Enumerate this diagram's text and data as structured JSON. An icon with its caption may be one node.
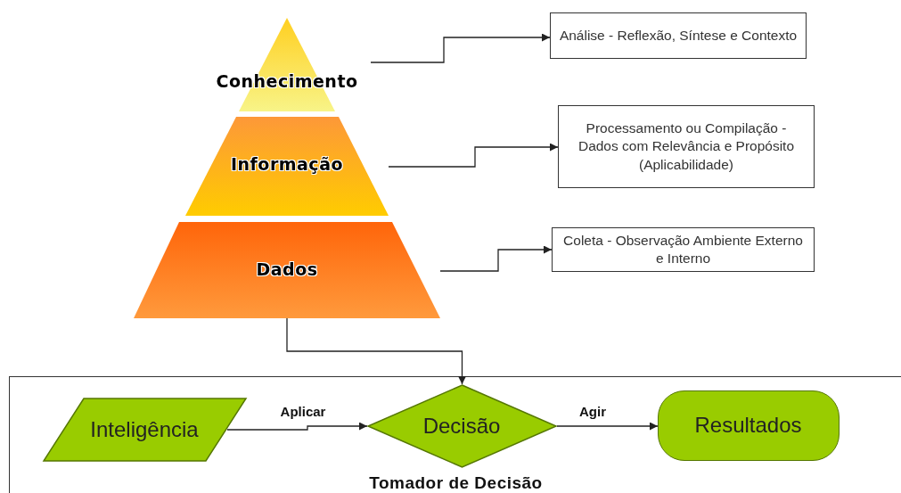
{
  "diagram": {
    "nodes": [
      {
        "text": [
          "Conhecimento"
        ]
      },
      {
        "text": [
          "Informação"
        ]
      },
      {
        "text": [
          "Dados"
        ]
      },
      {
        "text": [
          "Análise - Reflexão, Síntese e Contexto"
        ]
      },
      {
        "text": [
          "Processamento ou Compilação - Dados com Relevância e Propósito (Aplicabilidade)"
        ]
      },
      {
        "text": [
          "Coleta - Observação Ambiente Externo e Interno"
        ]
      },
      {
        "text": [
          "Tomador de Decisão"
        ]
      },
      {
        "text": [
          "Inteligência"
        ],
        "in": 6
      },
      {
        "text": [
          "Decisão"
        ],
        "in": 6
      },
      {
        "text": [
          "Resultados"
        ],
        "in": 6
      }
    ],
    "edges": [
      {
        "from": 0,
        "to": 3,
        "arrow": "to"
      },
      {
        "from": 1,
        "to": 4,
        "arrow": "to"
      },
      {
        "from": 2,
        "to": 5,
        "arrow": "to"
      },
      {
        "from": 2,
        "to": 8,
        "arrow": "to"
      },
      {
        "from": 7,
        "to": 8,
        "arrow": "to",
        "label": "Aplicar"
      },
      {
        "from": 8,
        "to": 9,
        "arrow": "to",
        "label": "Agir"
      }
    ]
  }
}
